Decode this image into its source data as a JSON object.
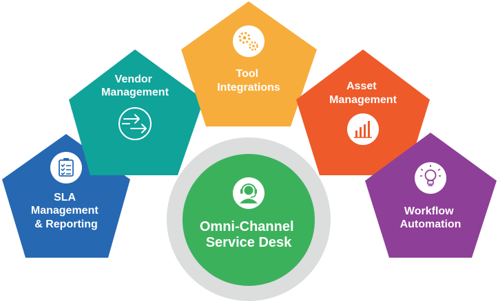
{
  "center": {
    "label_lines": [
      "Omni-Channel",
      "Service Desk"
    ],
    "icon": "headset-agent-icon",
    "color": "#3cb15c",
    "ring_color": "#dcdddd"
  },
  "nodes": [
    {
      "key": "sla",
      "label_lines": [
        "SLA",
        "Management",
        "& Reporting"
      ],
      "icon": "checklist-icon",
      "color": "#2668b2"
    },
    {
      "key": "vendor",
      "label_lines": [
        "Vendor",
        "Management"
      ],
      "icon": "arrows-merge-icon",
      "color": "#0fa39a"
    },
    {
      "key": "tool",
      "label_lines": [
        "Tool",
        "Integrations"
      ],
      "icon": "gears-icon",
      "color": "#f7ad3c"
    },
    {
      "key": "asset",
      "label_lines": [
        "Asset",
        "Management"
      ],
      "icon": "bar-chart-icon",
      "color": "#ee5a2a"
    },
    {
      "key": "workflow",
      "label_lines": [
        "Workflow",
        "Automation"
      ],
      "icon": "lightbulb-icon",
      "color": "#8e3f97"
    }
  ]
}
